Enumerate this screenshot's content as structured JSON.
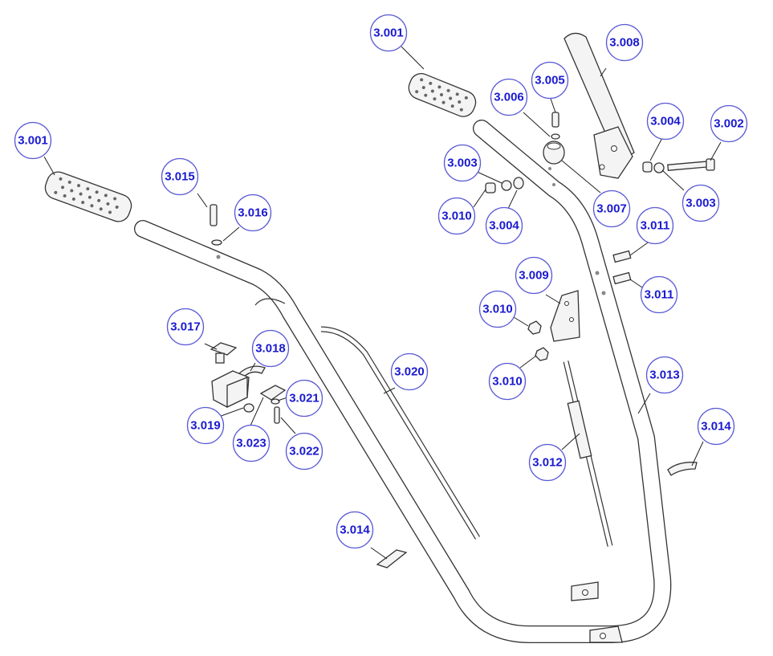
{
  "diagram": {
    "callouts": [
      {
        "label": "3.001"
      },
      {
        "label": "3.001"
      },
      {
        "label": "3.002"
      },
      {
        "label": "3.003"
      },
      {
        "label": "3.003"
      },
      {
        "label": "3.004"
      },
      {
        "label": "3.004"
      },
      {
        "label": "3.005"
      },
      {
        "label": "3.006"
      },
      {
        "label": "3.007"
      },
      {
        "label": "3.008"
      },
      {
        "label": "3.009"
      },
      {
        "label": "3.010"
      },
      {
        "label": "3.010"
      },
      {
        "label": "3.010"
      },
      {
        "label": "3.011"
      },
      {
        "label": "3.011"
      },
      {
        "label": "3.012"
      },
      {
        "label": "3.013"
      },
      {
        "label": "3.014"
      },
      {
        "label": "3.014"
      },
      {
        "label": "3.015"
      },
      {
        "label": "3.016"
      },
      {
        "label": "3.017"
      },
      {
        "label": "3.018"
      },
      {
        "label": "3.019"
      },
      {
        "label": "3.020"
      },
      {
        "label": "3.021"
      },
      {
        "label": "3.022"
      },
      {
        "label": "3.023"
      }
    ]
  },
  "colors": {
    "callout_text": "#1a1ad0",
    "callout_border": "#5a5ad6",
    "line_art": "#333333"
  }
}
